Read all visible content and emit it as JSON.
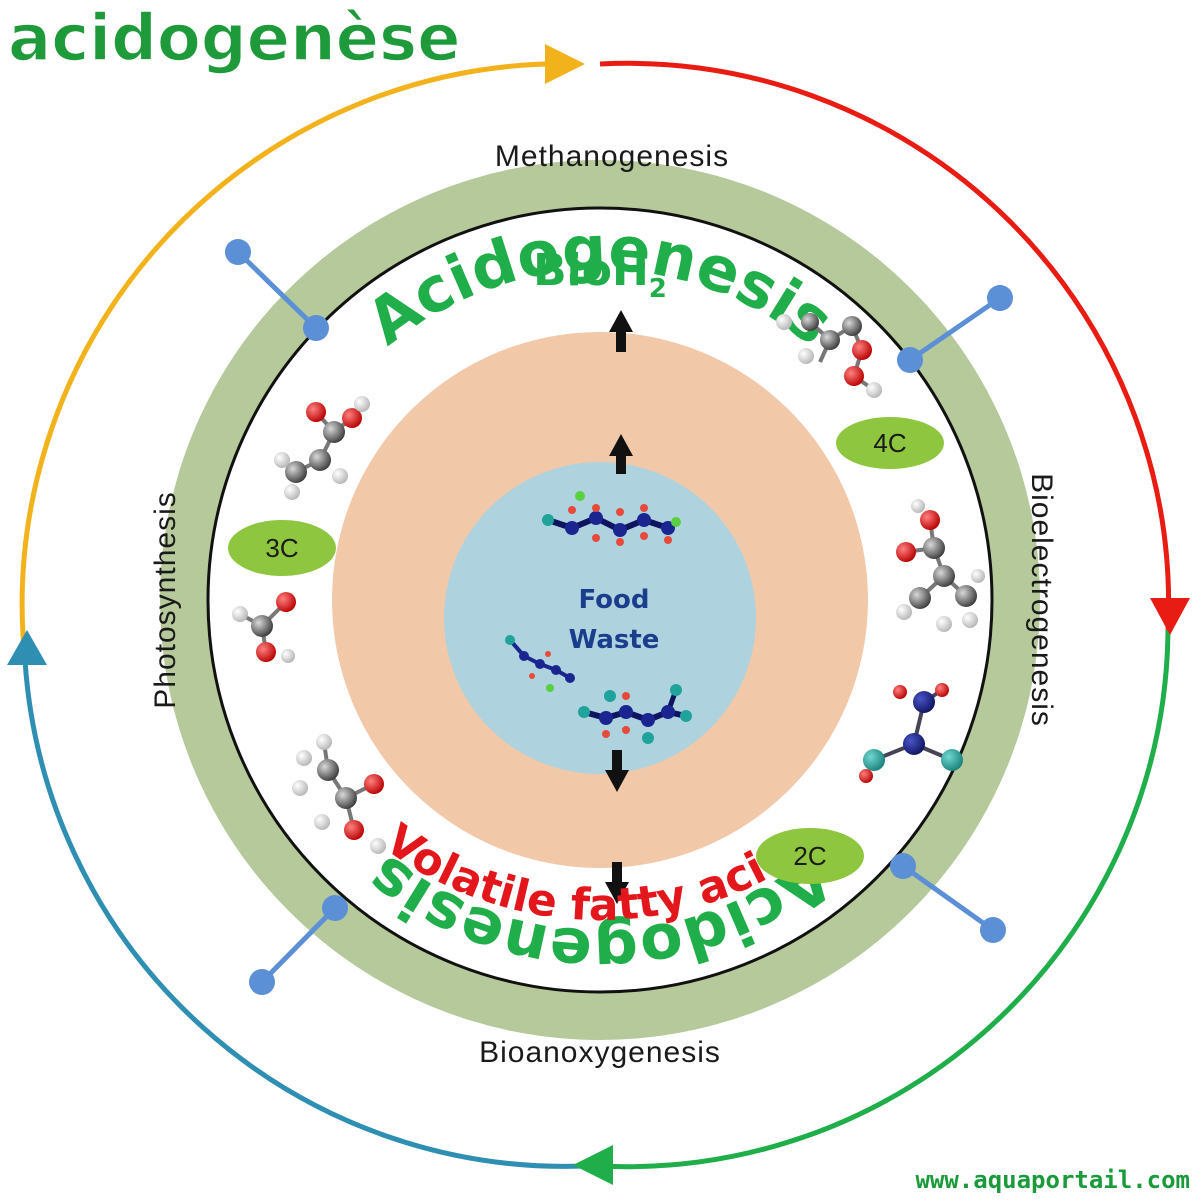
{
  "title": "acidogenèse",
  "rings": {
    "top": "Methanogenesis",
    "right": "Bioelectrogenesis",
    "bottom": "Bioanoxygenesis",
    "left": "Photosynthesis"
  },
  "products": {
    "bioh2": "BioH",
    "bioh2_sub": "2",
    "vfa": "Volatile fatty acids"
  },
  "center": {
    "acidogenesis_top": "Acidogenesis",
    "acidogenesis_bottom": "Acidogenesis",
    "food_line1": "Food",
    "food_line2": "Waste"
  },
  "badges": {
    "c4": "4C",
    "c3": "3C",
    "c2": "2C"
  },
  "footer": "www.aquaportail.com",
  "colors": {
    "ring_green": "#b5c99a",
    "peach": "#f2c9a8",
    "light_blue": "#aed2de",
    "arc_yellow": "#f2b21c",
    "arc_red": "#e81c12",
    "arc_green": "#1fae4a",
    "arc_blue": "#2f8fb3",
    "connector_blue": "#5b8fd6"
  }
}
